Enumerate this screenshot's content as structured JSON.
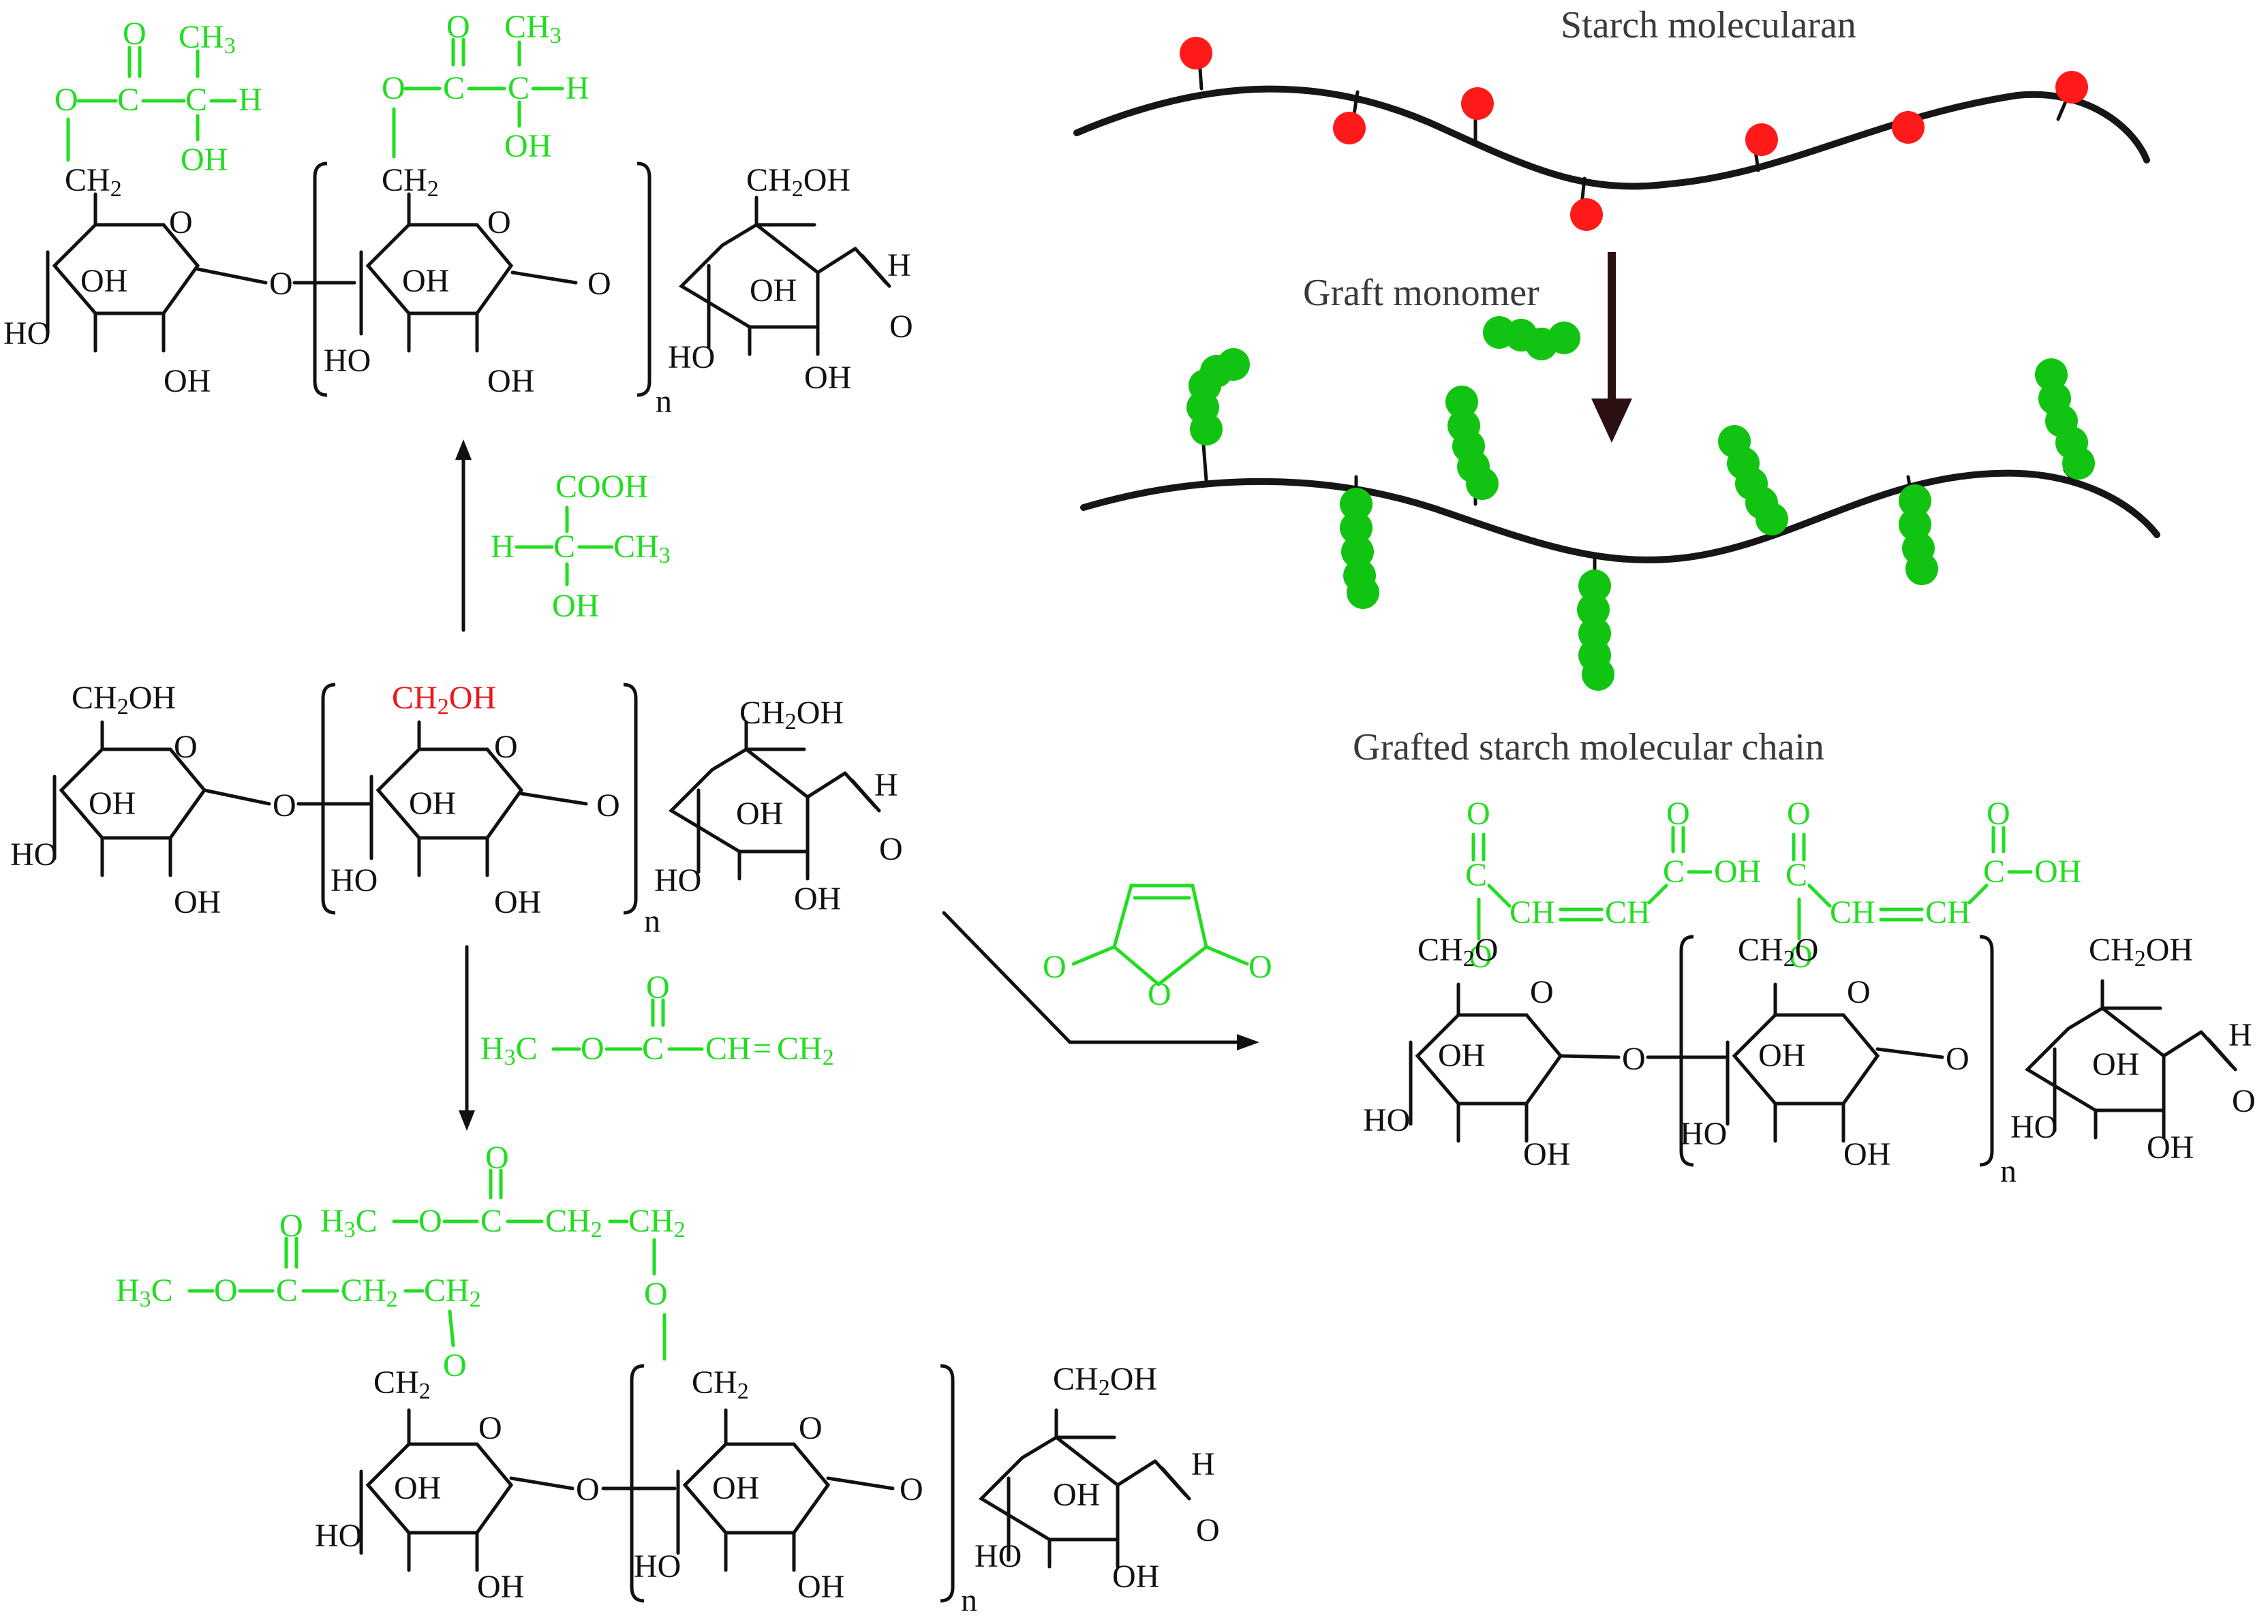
{
  "colors": {
    "ink": "#111111",
    "graft_green": "#22dd22",
    "hydroxyl_red": "#e8191c",
    "ball_red": "#ff1a1a",
    "ball_green": "#12c412",
    "label_gray": "#3a3a3a"
  },
  "cartoon": {
    "starch_label": "Starch molecularan",
    "graft_monomer_label": "Graft monomer",
    "grafted_chain_label": "Grafted starch molecular chain"
  },
  "atoms": {
    "O": "O",
    "OH": "OH",
    "HO": "HO",
    "H": "H",
    "C": "C",
    "n": "n",
    "CH": "CH",
    "CH2OH_main": "CH",
    "sub2": "2",
    "sub3": "3",
    "OH_tail": "OH",
    "CH2": "CH",
    "CH2O": "CH",
    "H3C": "H",
    "CH3": "CH"
  },
  "reagents": {
    "lactic_cooh": "COOH",
    "lactic_h": "H",
    "lactic_c": "C",
    "lactic_ch": "CH",
    "lactic_oh": "OH",
    "acrylate_h": "H",
    "acrylate_c_o": "C",
    "acrylate_o": "O",
    "acrylate_c": "C",
    "acrylate_ch": "CH",
    "acrylate_eq": "=",
    "acrylate_ch2": "CH",
    "anhydride_o": "O"
  }
}
